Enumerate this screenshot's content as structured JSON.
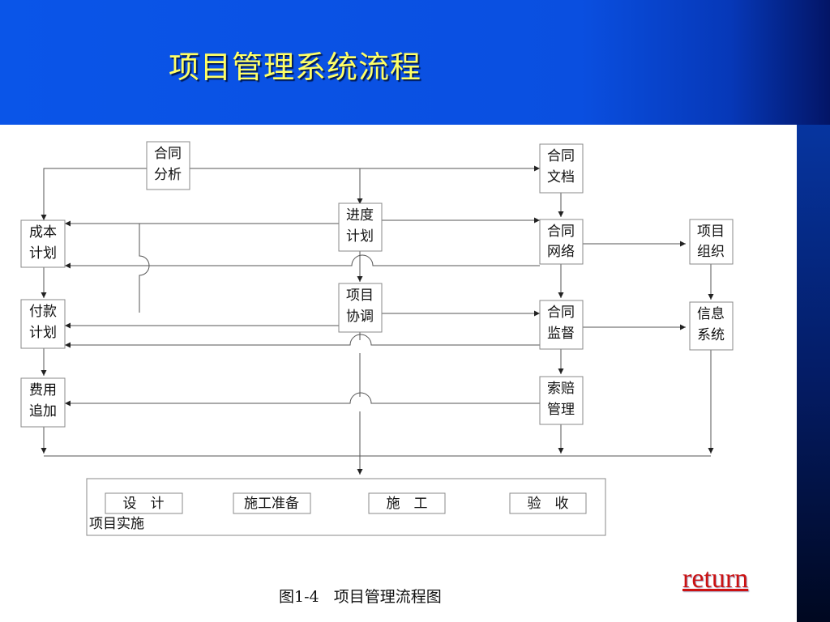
{
  "page": {
    "title": "项目管理系统流程",
    "return_label": "return"
  },
  "diagram": {
    "caption": "图1-4   项目管理流程图",
    "nodes": {
      "contract_analysis": [
        "合同",
        "分析"
      ],
      "contract_docs": [
        "合同",
        "文档"
      ],
      "schedule_plan": [
        "进度",
        "计划"
      ],
      "cost_plan": [
        "成本",
        "计划"
      ],
      "contract_network": [
        "合同",
        "网络"
      ],
      "project_org": [
        "项目",
        "组织"
      ],
      "project_coord": [
        "项目",
        "协调"
      ],
      "payment_plan": [
        "付款",
        "计划"
      ],
      "contract_supervision": [
        "合同",
        "监督"
      ],
      "info_system": [
        "信息",
        "系统"
      ],
      "extra_cost": [
        "费用",
        "追加"
      ],
      "claims_mgmt": [
        "索赔",
        "管理"
      ]
    },
    "implementation": {
      "label": "项目实施",
      "steps": [
        "设　计",
        "施工准备",
        "施　工",
        "验　收"
      ]
    }
  },
  "colors": {
    "title": "#ffff66",
    "return": "#cc1111",
    "line": "#555555",
    "box": "#888888"
  }
}
